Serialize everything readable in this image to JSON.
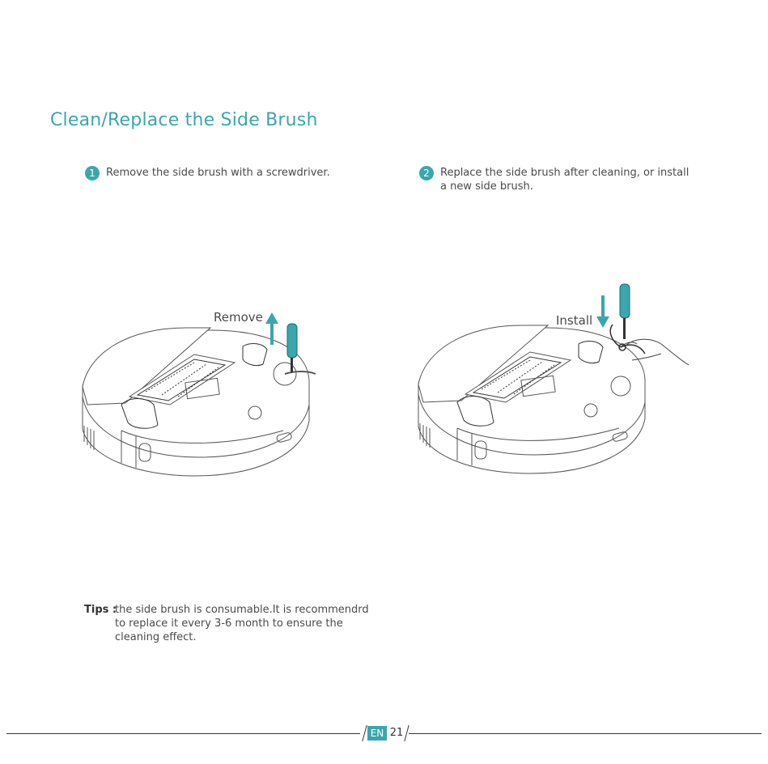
{
  "page": {
    "title": "Clean/Replace the Side Brush"
  },
  "steps": [
    {
      "number": "1",
      "text": "Remove the side brush with a screwdriver."
    },
    {
      "number": "2",
      "text": "Replace the side brush after cleaning, or install a new side brush."
    }
  ],
  "illustrations": {
    "left_label": "Remove",
    "right_label": "Install"
  },
  "tips": {
    "label": "Tips :",
    "text": "the side brush is consumable.It is recommendrd to replace it every 3-6 month to ensure the cleaning effect."
  },
  "footer": {
    "lang": "EN",
    "page_number": "21"
  },
  "colors": {
    "accent": "#3aa6ae",
    "text": "#4a4a4a"
  }
}
